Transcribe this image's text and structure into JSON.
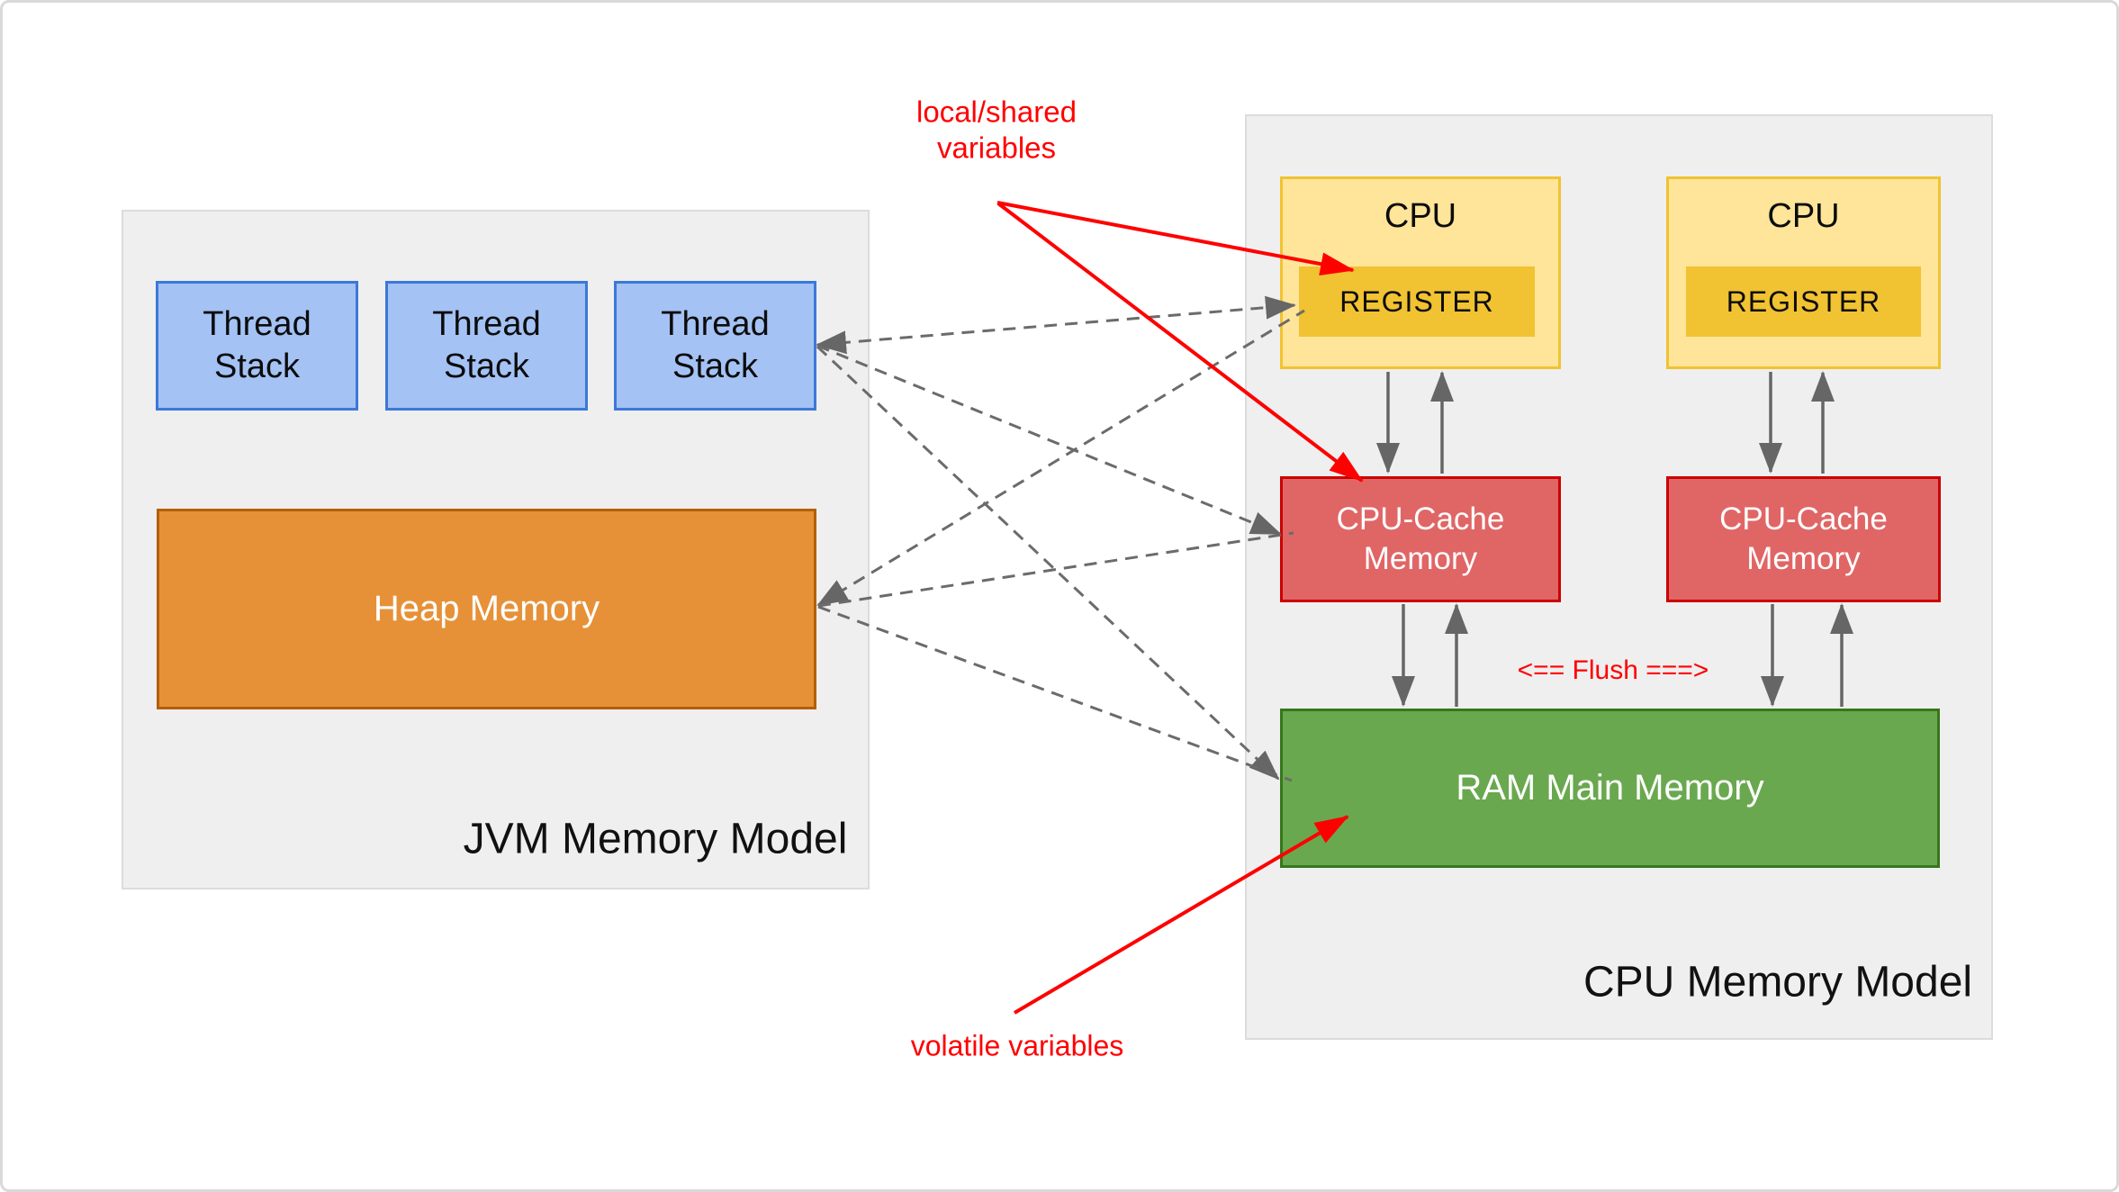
{
  "colors": {
    "panel_bg": "#efefef",
    "panel_border": "#dcdcdc",
    "thread_fill": "#a4c2f4",
    "thread_border": "#3c78d8",
    "heap_fill": "#e69138",
    "heap_border": "#b45f06",
    "cpu_fill": "#ffe599",
    "cpu_border": "#f1c232",
    "register_fill": "#f1c232",
    "cache_fill": "#e06666",
    "cache_border": "#cc0000",
    "ram_fill": "#6aa84f",
    "ram_border": "#38761d",
    "arrow_gray": "#666666",
    "dash_gray": "#6b6b6b",
    "annotation_red": "#ff0000"
  },
  "jvm_panel": {
    "title": "JVM Memory Model",
    "thread_stacks": [
      "Thread\nStack",
      "Thread\nStack",
      "Thread\nStack"
    ],
    "heap_label": "Heap Memory"
  },
  "cpu_panel": {
    "title": "CPU Memory Model",
    "cpus": [
      {
        "label": "CPU",
        "register": "REGISTER"
      },
      {
        "label": "CPU",
        "register": "REGISTER"
      }
    ],
    "caches": [
      "CPU-Cache\nMemory",
      "CPU-Cache\nMemory"
    ],
    "ram_label": "RAM Main Memory",
    "flush_label": "<== Flush ===>"
  },
  "annotations": {
    "local_shared": "local/shared\nvariables",
    "volatile": "volatile variables"
  }
}
